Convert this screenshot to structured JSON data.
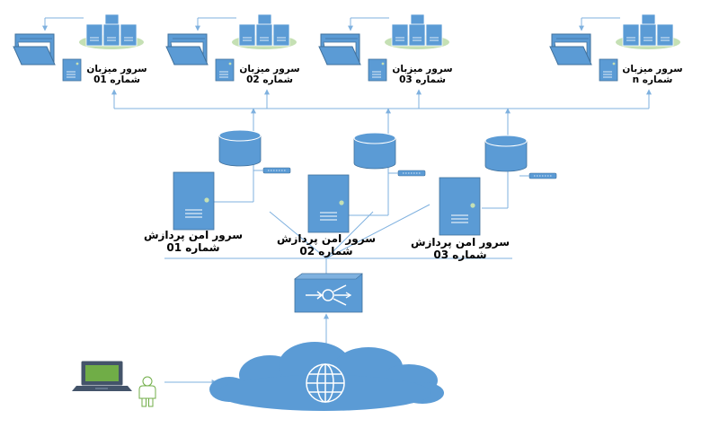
{
  "hosts": [
    {
      "title": "سرور میزبان",
      "number": "شماره 01"
    },
    {
      "title": "سرور میزبان",
      "number": "شماره 02"
    },
    {
      "title": "سرور میزبان",
      "number": "شماره 03"
    },
    {
      "title": "سرور میزبان",
      "number": "شماره n"
    }
  ],
  "processing_servers": [
    {
      "title": "سرور امن پردازش",
      "number": "شماره 01"
    },
    {
      "title": "سرور امن پردازش",
      "number": "شماره 02"
    },
    {
      "title": "سرور امن پردازش",
      "number": "شماره 03"
    }
  ],
  "colors": {
    "node_fill": "#5b9bd5",
    "node_stroke": "#41719c",
    "connector": "#7fb1df",
    "host_base": "#c5e0b4",
    "laptop_screen": "#70ad47",
    "person": "#a9d18e"
  },
  "icons": [
    "folder-icon",
    "server-cluster-icon",
    "server-tower-icon",
    "database-icon",
    "switch-icon",
    "router-icon",
    "cloud-icon",
    "globe-icon",
    "laptop-icon",
    "user-icon"
  ]
}
